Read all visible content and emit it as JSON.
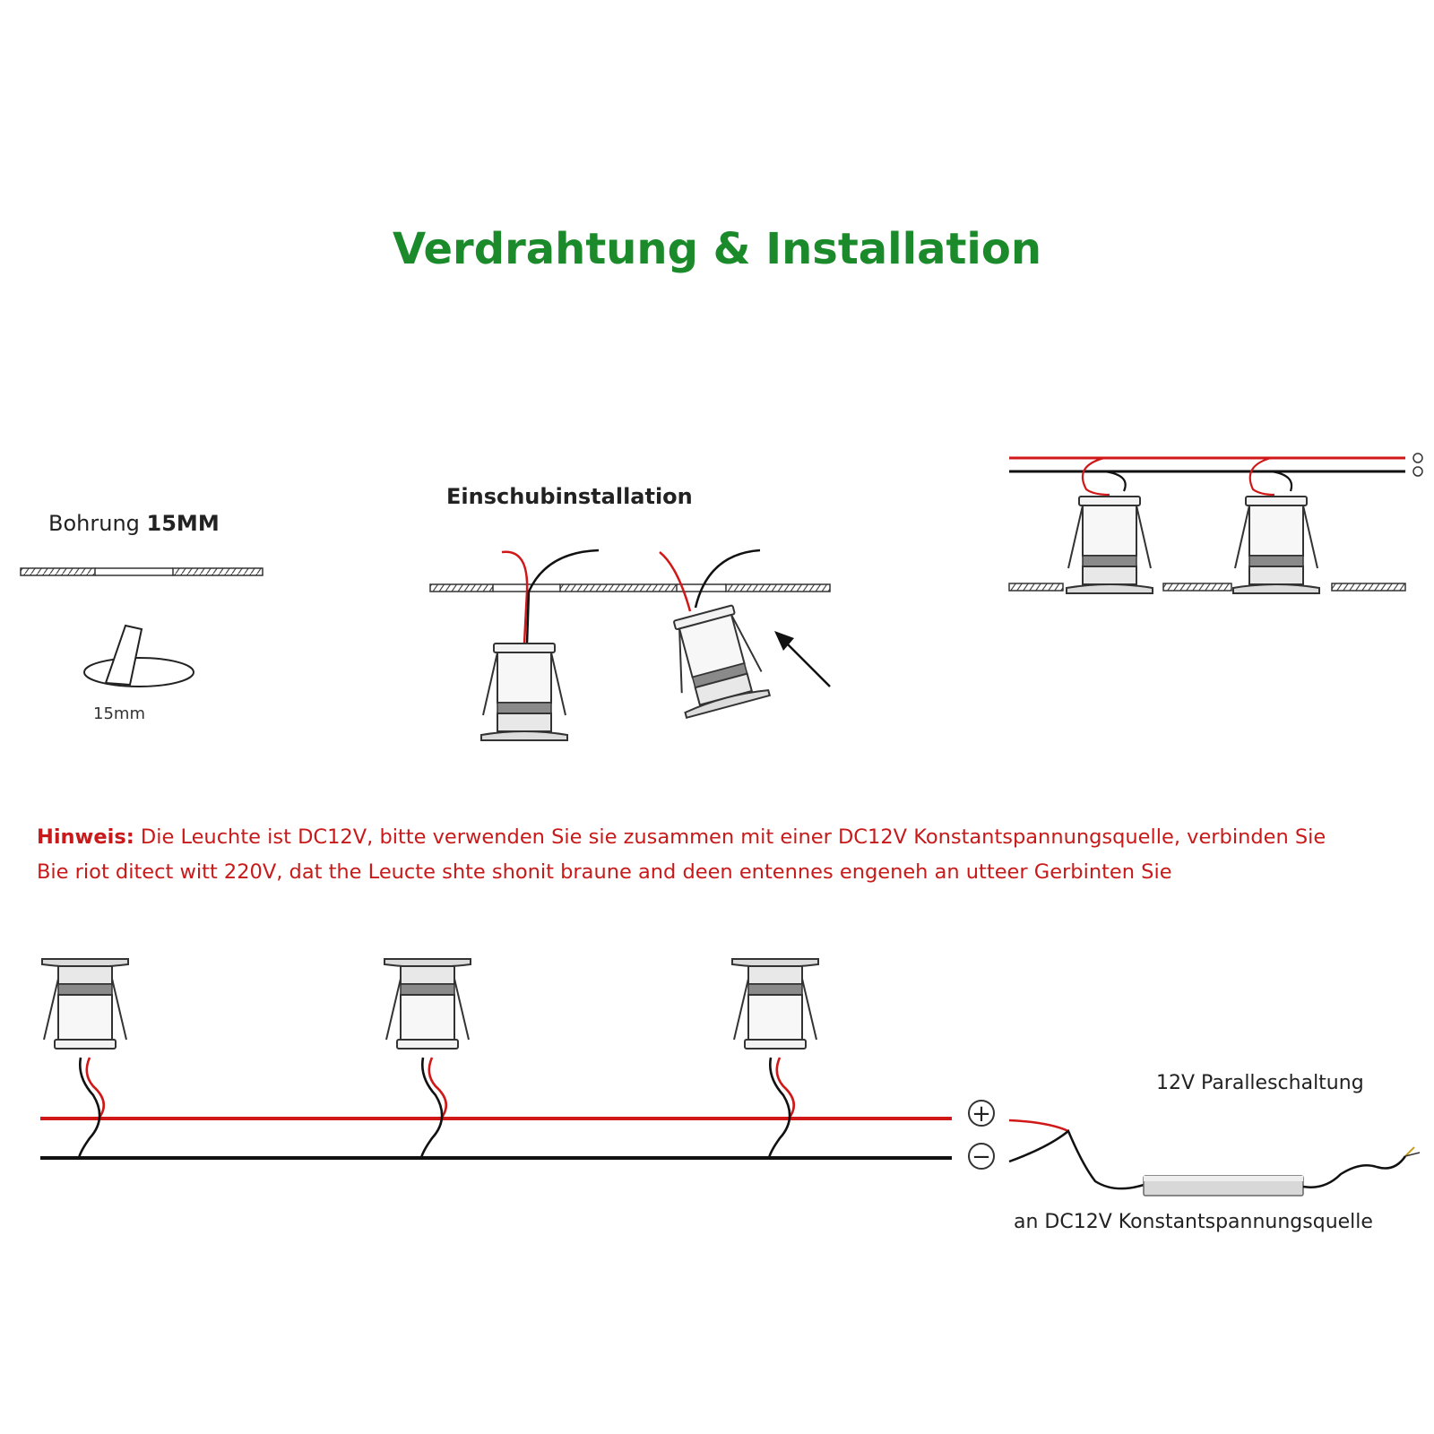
{
  "title": "Verdrahtung & Installation",
  "drill": {
    "label_prefix": "Bohrung",
    "label_value": "15MM",
    "dimension": "15mm"
  },
  "insert_install": {
    "label": "Einschubinstallation"
  },
  "note": {
    "label": "Hinweis:",
    "line1": "Die Leuchte ist DC12V, bitte verwenden Sie sie zusammen mit einer DC12V Konstantspannungsquelle, verbinden Sie",
    "line2": "Bie riot ditect witt 220V, dat the Leucte shte shonit braune and deen entennes engeneh an utteer Gerbinten Sie"
  },
  "wiring": {
    "parallel_label": "12V Paralleschaltung",
    "plus_symbol": "+",
    "minus_symbol": "−",
    "source_label": "an DC12V Konstantspannungsquelle"
  },
  "colors": {
    "title_green": "#1a8a2a",
    "note_red": "#c81a1a",
    "wire_red": "#d01818",
    "wire_black": "#111111"
  }
}
